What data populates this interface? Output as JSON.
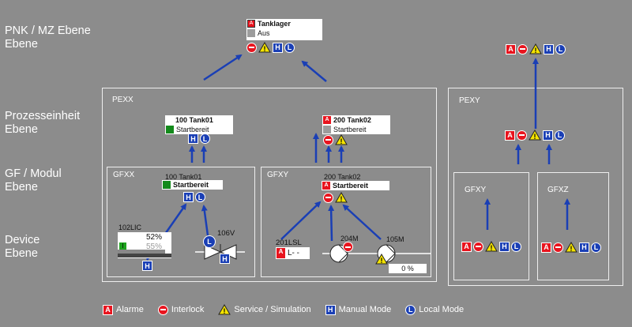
{
  "levels": {
    "pnk": "PNK / MZ Ebene\nEbene",
    "prozess": "Prozesseinheit\nEbene",
    "gf": "GF / Modul\nEbene",
    "device": "Device\nEbene"
  },
  "boxes": {
    "pexx": "PEXX",
    "pexy": "PEXY",
    "gfxx": "GFXX",
    "gfxy_left": "GFXY",
    "gfxy_right": "GFXY",
    "gfxz": "GFXZ"
  },
  "tanklager": {
    "title": "Tanklager",
    "status": "Aus",
    "colors": {
      "alarm": "#e8141e",
      "aus": "#9c9c9c"
    }
  },
  "tank01": {
    "title": "100 Tank01",
    "status": "Startbereit",
    "status_color": "#138a1b"
  },
  "tank02": {
    "title": "200 Tank02",
    "status": "Startbereit"
  },
  "gf_tank01": {
    "title": "100 Tank01",
    "status": "Startbereit"
  },
  "gf_tank02": {
    "title": "200 Tank02",
    "status": "Startbereit"
  },
  "lic": {
    "tag": "102LIC",
    "value1": "52%",
    "value2": "55%",
    "badge": "I"
  },
  "valve": {
    "tag": "106V"
  },
  "lsl": {
    "tag": "201LSL",
    "display": "L- -"
  },
  "motor204": {
    "tag": "204M"
  },
  "motor105": {
    "tag": "105M",
    "value": "0 %"
  },
  "icons": {
    "alarm": "A",
    "interlock": "interlock-icon",
    "service": "!",
    "manual": "H",
    "local": "L"
  },
  "legend": {
    "alarm": "Alarme",
    "interlock": "Interlock",
    "service": "Service / Simulation",
    "manual": "Manual Mode",
    "local": "Local Mode"
  },
  "colors": {
    "background": "#8c8c8c",
    "arrow": "#1a3fb5",
    "alarm": "#e8141e",
    "manual": "#1a3fb5",
    "service": "#f5e400",
    "ok": "#138a1b"
  }
}
